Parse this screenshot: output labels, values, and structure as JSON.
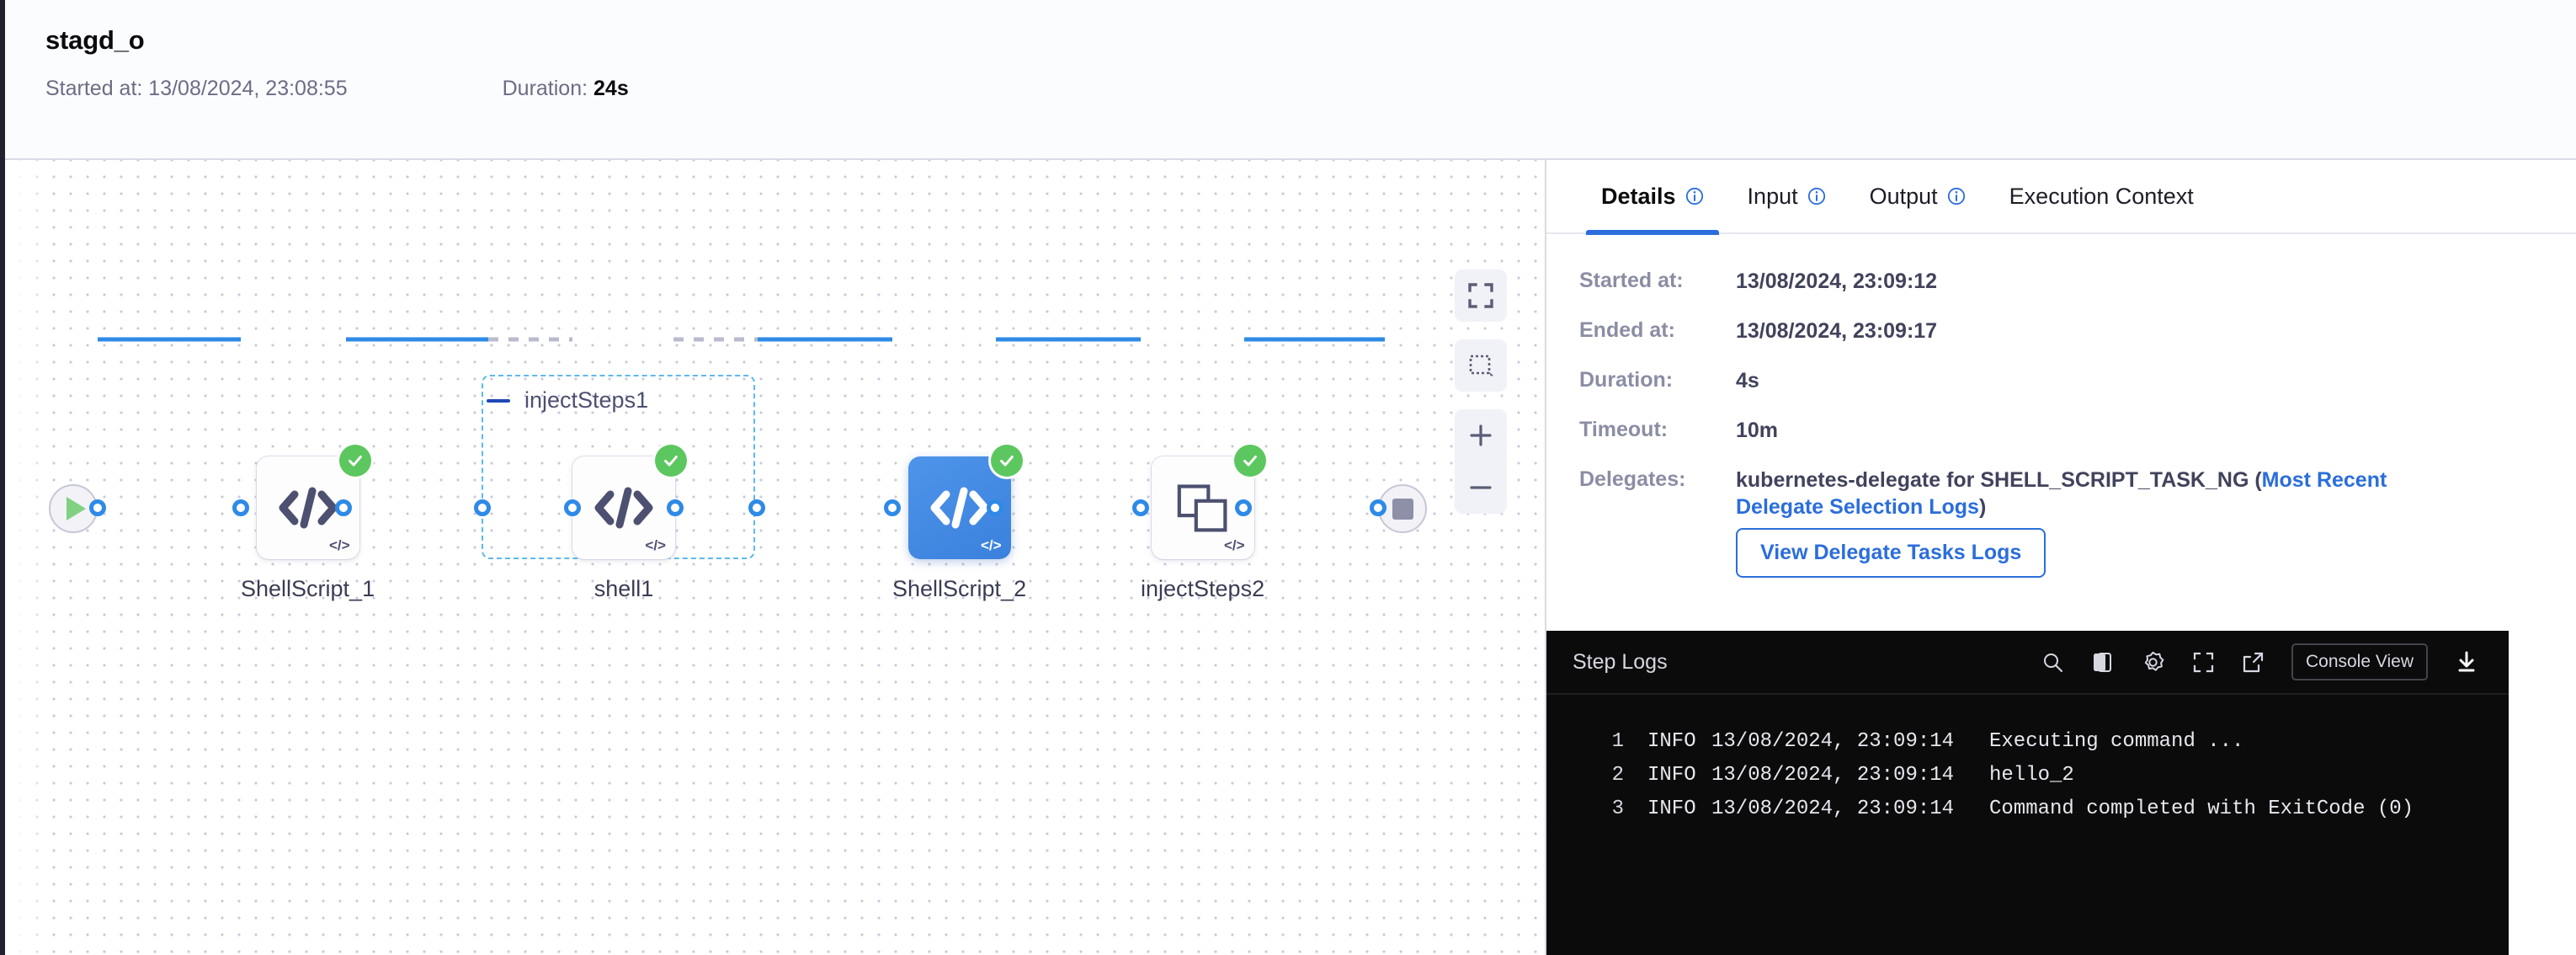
{
  "header": {
    "title": "stagd_o",
    "started_label": "Started at: 13/08/2024, 23:08:55",
    "duration_label": "Duration:",
    "duration_value": "24s"
  },
  "canvas": {
    "group": {
      "label": "injectSteps1",
      "collapse_icon": "minus-icon"
    },
    "start_node": {
      "name": "start-node",
      "icon": "play-icon"
    },
    "end_node": {
      "name": "end-node",
      "icon": "stop-icon"
    },
    "nodes": [
      {
        "label": "ShellScript_1",
        "icon": "code-brackets-icon",
        "corner_icon": "code-tag-icon",
        "status": "success",
        "selected": false
      },
      {
        "label": "shell1",
        "icon": "code-brackets-icon",
        "corner_icon": "code-tag-icon",
        "status": "success",
        "selected": false
      },
      {
        "label": "ShellScript_2",
        "icon": "code-brackets-icon",
        "corner_icon": "code-tag-icon",
        "status": "success",
        "selected": true
      },
      {
        "label": "injectSteps2",
        "icon": "stacked-squares-icon",
        "corner_icon": "code-tag-icon",
        "status": "success",
        "selected": false
      }
    ],
    "tools": [
      {
        "name": "fit-to-screen-button",
        "icon": "fit-screen-icon"
      },
      {
        "name": "select-area-button",
        "icon": "dashed-square-icon"
      },
      {
        "name": "zoom-in-button",
        "icon": "plus-icon"
      },
      {
        "name": "zoom-out-button",
        "icon": "minus-icon"
      }
    ]
  },
  "panel": {
    "tabs": [
      {
        "label": "Details",
        "info": true,
        "active": true
      },
      {
        "label": "Input",
        "info": true,
        "active": false
      },
      {
        "label": "Output",
        "info": true,
        "active": false
      },
      {
        "label": "Execution Context",
        "info": false,
        "active": false
      }
    ],
    "details": [
      {
        "key": "Started at:",
        "value": "13/08/2024, 23:09:12"
      },
      {
        "key": "Ended at:",
        "value": "13/08/2024, 23:09:17"
      },
      {
        "key": "Duration:",
        "value": "4s"
      },
      {
        "key": "Timeout:",
        "value": "10m"
      }
    ],
    "delegates": {
      "key": "Delegates:",
      "text_prefix": "kubernetes-delegate for SHELL_SCRIPT_TASK_NG (",
      "link": "Most Recent Delegate Selection Logs",
      "text_suffix": ")",
      "button": "View Delegate Tasks Logs"
    }
  },
  "logs": {
    "title": "Step Logs",
    "actions": [
      {
        "name": "search-icon"
      },
      {
        "name": "copy-icon"
      },
      {
        "name": "gear-icon"
      },
      {
        "name": "fullscreen-icon"
      },
      {
        "name": "external-link-icon"
      }
    ],
    "console_view_label": "Console View",
    "download_icon": "download-icon",
    "lines": [
      {
        "no": "1",
        "level": "INFO",
        "ts": "13/08/2024, 23:09:14",
        "msg": "Executing command ..."
      },
      {
        "no": "2",
        "level": "INFO",
        "ts": "13/08/2024, 23:09:14",
        "msg": "hello_2"
      },
      {
        "no": "3",
        "level": "INFO",
        "ts": "13/08/2024, 23:09:14",
        "msg": "Command completed with ExitCode (0)"
      }
    ]
  },
  "colors": {
    "accent_blue": "#2b6edb",
    "edge_blue": "#2e8ae6",
    "success_green": "#5cc75f",
    "group_border": "#5fb8ec",
    "logs_bg": "#0b0b0c"
  }
}
